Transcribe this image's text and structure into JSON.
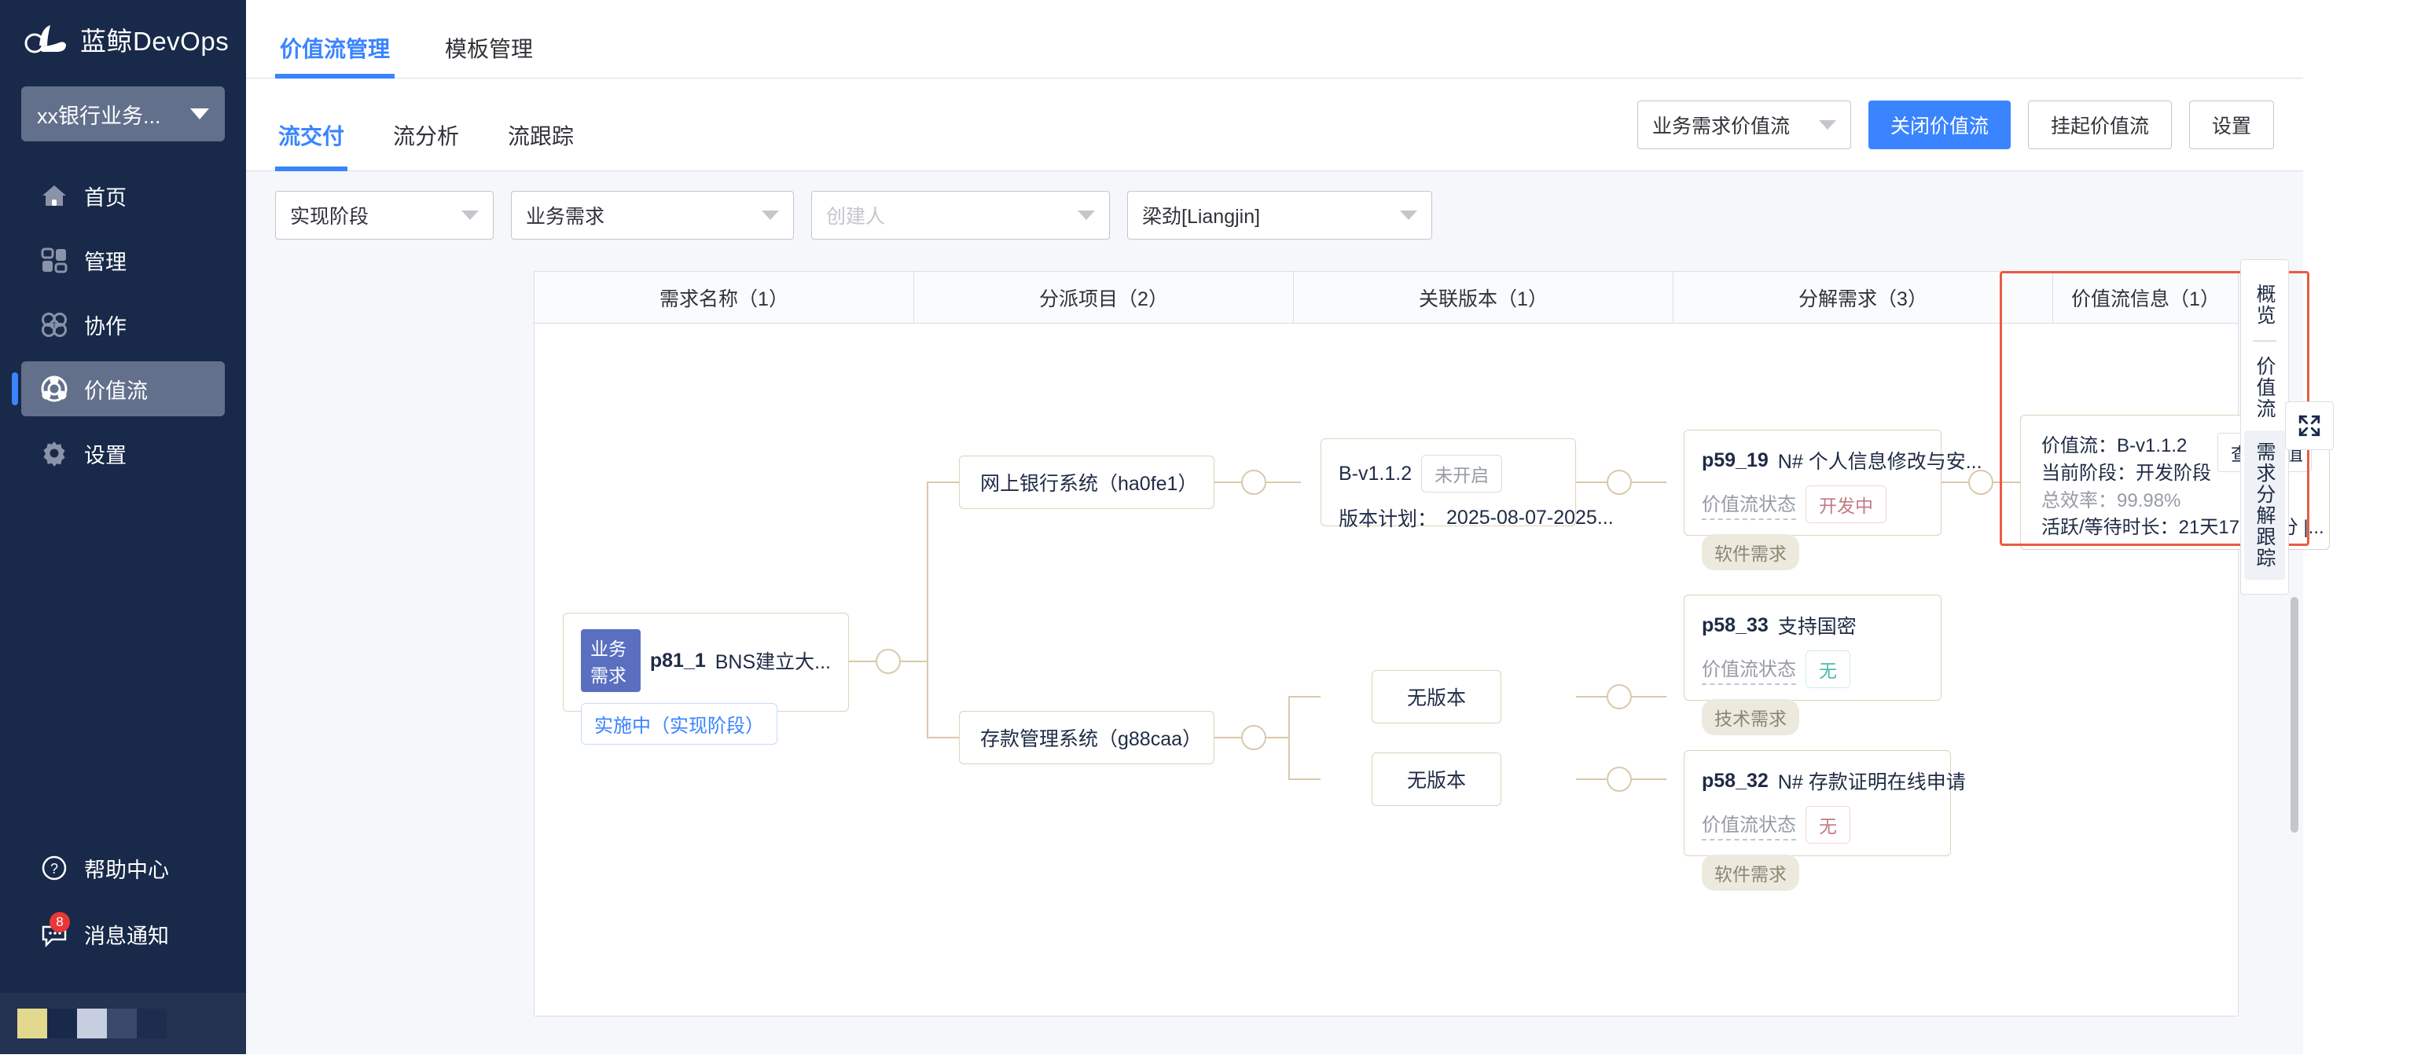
{
  "brand": {
    "name": "蓝鲸DevOps",
    "logo_icon": "whale-cloud-logo-icon"
  },
  "sidebar": {
    "project_selector": {
      "label": "xx银行业务...",
      "caret_icon": "caret-down-icon"
    },
    "items": [
      {
        "label": "首页",
        "icon": "home-icon",
        "active": false
      },
      {
        "label": "管理",
        "icon": "grid-blocks-icon",
        "active": false
      },
      {
        "label": "协作",
        "icon": "atom-collaborate-icon",
        "active": false
      },
      {
        "label": "价值流",
        "icon": "value-stream-icon",
        "active": true
      },
      {
        "label": "设置",
        "icon": "gear-icon",
        "active": false
      }
    ],
    "bottom_items": [
      {
        "label": "帮助中心",
        "icon": "question-circle-icon",
        "badge": ""
      },
      {
        "label": "消息通知",
        "icon": "message-icon",
        "badge": "8"
      }
    ],
    "palette": [
      "#e2d98e",
      "#182949",
      "#c6cee0",
      "#3b4a6b",
      "#1c2d4e"
    ]
  },
  "header": {
    "tabs": [
      {
        "label": "价值流管理",
        "active": true
      },
      {
        "label": "模板管理",
        "active": false
      }
    ]
  },
  "subheader": {
    "tabs": [
      {
        "label": "流交付",
        "active": true
      },
      {
        "label": "流分析",
        "active": false
      },
      {
        "label": "流跟踪",
        "active": false
      }
    ],
    "stream_select": {
      "value": "业务需求价值流",
      "caret_icon": "caret-down-icon"
    },
    "buttons": [
      {
        "label": "关闭价值流",
        "style": "primary"
      },
      {
        "label": "挂起价值流",
        "style": "ghost"
      },
      {
        "label": "设置",
        "style": "ghost"
      }
    ]
  },
  "filters": [
    {
      "name": "stage",
      "value": "实现阶段",
      "placeholder": "",
      "is_placeholder": false
    },
    {
      "name": "requirement-type",
      "value": "业务需求",
      "placeholder": "",
      "is_placeholder": false
    },
    {
      "name": "creator",
      "value": "创建人",
      "placeholder": "创建人",
      "is_placeholder": true
    },
    {
      "name": "owner",
      "value": "梁劲[Liangjin]",
      "placeholder": "",
      "is_placeholder": false
    }
  ],
  "board": {
    "columns": [
      {
        "label": "需求名称（1）",
        "highlight": false
      },
      {
        "label": "分派项目（2）",
        "highlight": false
      },
      {
        "label": "关联版本（1）",
        "highlight": false
      },
      {
        "label": "分解需求（3）",
        "highlight": false
      },
      {
        "label": "价值流信息（1）",
        "highlight": true
      }
    ],
    "requirement_node": {
      "type_tag": "业务需求",
      "id": "p81_1",
      "name": "BNS建立大...",
      "status": "实施中（实现阶段）"
    },
    "project_nodes": [
      {
        "title": "网上银行系统（ha0fe1）"
      },
      {
        "title": "存款管理系统（g88caa）"
      }
    ],
    "version_nodes": [
      {
        "name": "B-v1.1.2",
        "status_tag": "未开启",
        "plan_label": "版本计划：",
        "plan_value": "2025-08-07-2025..."
      },
      {
        "name": "无版本",
        "status_tag": "",
        "plan_label": "",
        "plan_value": ""
      },
      {
        "name": "无版本",
        "status_tag": "",
        "plan_label": "",
        "plan_value": ""
      }
    ],
    "decomposed_nodes": [
      {
        "id": "p59_19",
        "name": "N# 个人信息修改与安...",
        "vs_state_label": "价值流状态",
        "vs_state_value": "开发中",
        "vs_state_color": "pink",
        "category": "软件需求"
      },
      {
        "id": "p58_33",
        "name": "支持国密",
        "vs_state_label": "价值流状态",
        "vs_state_value": "无",
        "vs_state_color": "teal",
        "category": "技术需求"
      },
      {
        "id": "p58_32",
        "name": "N# 存款证明在线申请",
        "vs_state_label": "价值流状态",
        "vs_state_value": "无",
        "vs_state_color": "pink",
        "category": "软件需求"
      }
    ],
    "value_stream_info": {
      "lines": [
        {
          "text": "价值流：B-v1.1.2",
          "muted": false
        },
        {
          "text": "当前阶段：开发阶段",
          "muted": false
        },
        {
          "text": "总效率：99.98%",
          "muted": true
        },
        {
          "text": "活跃/等待时长：21天17时18分 |...",
          "muted": false
        }
      ],
      "view_button": "查看价值",
      "expand_icon": "expand-fullscreen-icon",
      "highlight_color": "#ea5b43"
    }
  },
  "right_rail": {
    "items": [
      {
        "label": "概览",
        "active": false
      },
      {
        "label": "价值流",
        "active": false
      },
      {
        "label": "需求分解跟踪",
        "active": true
      }
    ]
  }
}
